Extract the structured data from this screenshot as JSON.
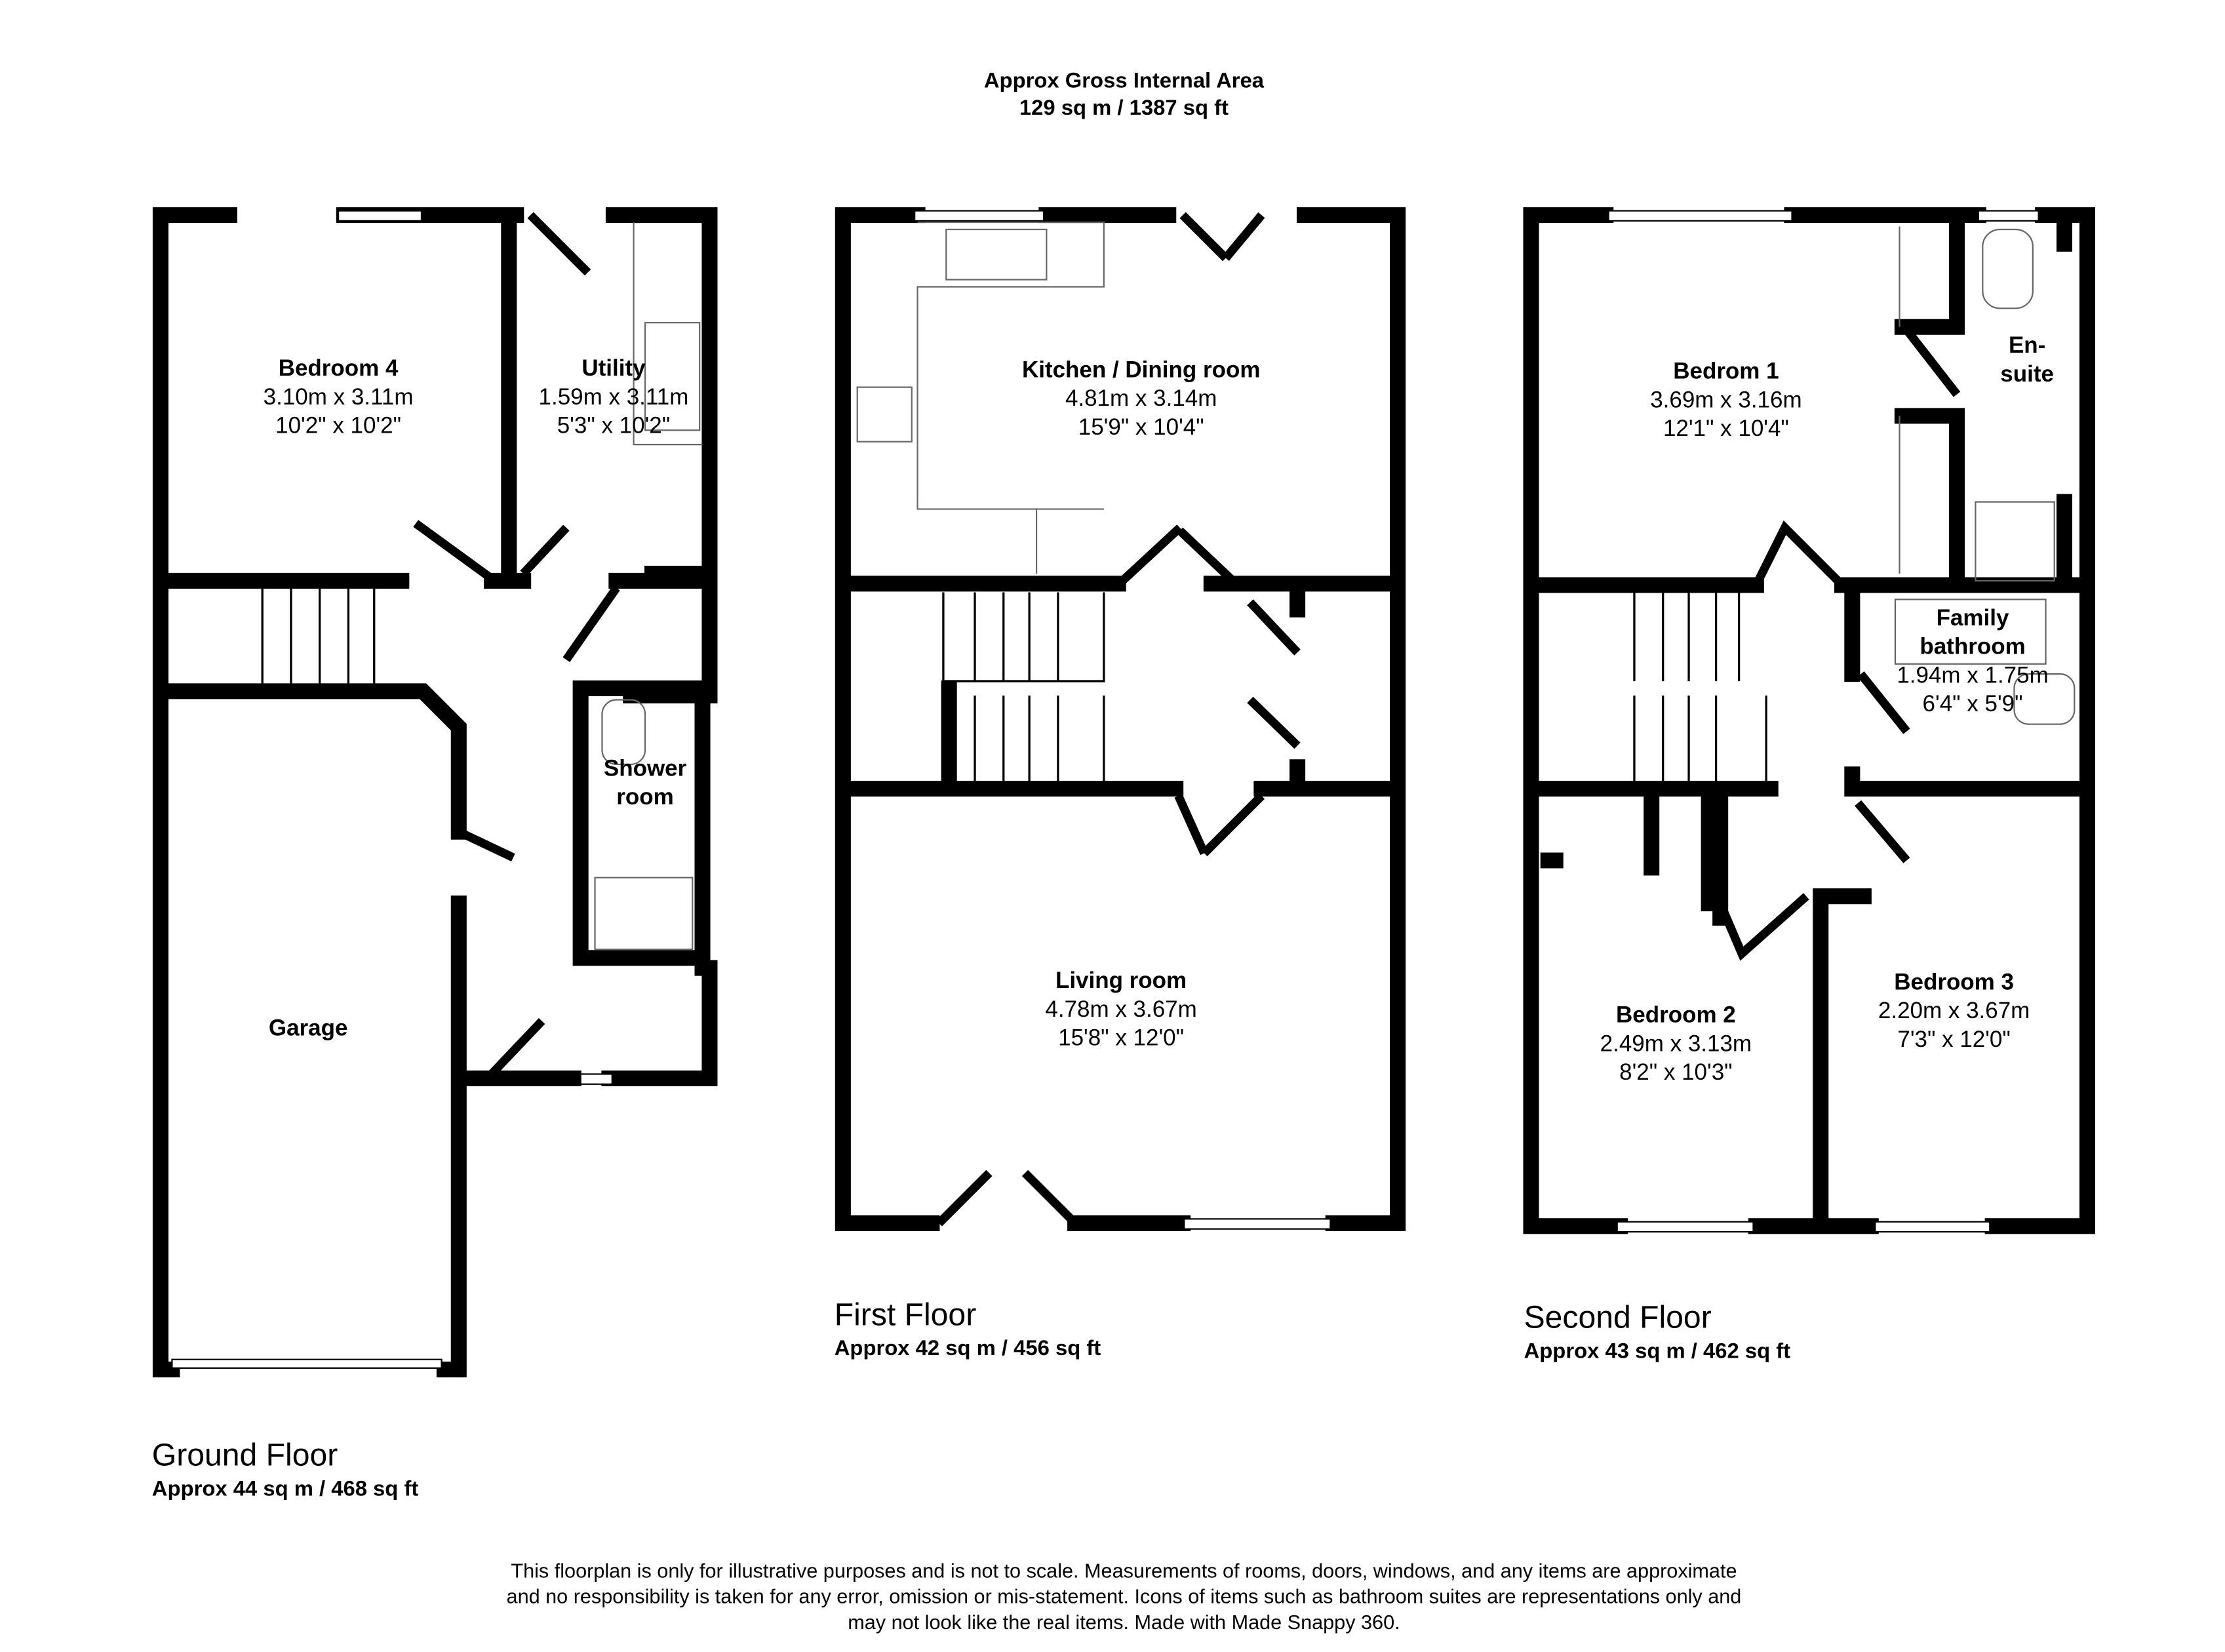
{
  "header": {
    "line1": "Approx Gross Internal Area",
    "line2": "129 sq m / 1387 sq ft"
  },
  "floors": [
    {
      "name": "Ground Floor",
      "area": "Approx 44 sq m / 468 sq ft"
    },
    {
      "name": "First Floor",
      "area": "Approx 42 sq m / 456 sq ft"
    },
    {
      "name": "Second Floor",
      "area": "Approx 43 sq m / 462 sq ft"
    }
  ],
  "rooms": {
    "bedroom4": {
      "name": "Bedroom 4",
      "metric": "3.10m x 3.11m",
      "imperial": "10'2\" x 10'2\""
    },
    "utility": {
      "name": "Utility",
      "metric": "1.59m x 3.11m",
      "imperial": "5'3\" x 10'2\""
    },
    "shower": {
      "name1": "Shower",
      "name2": "room"
    },
    "garage": {
      "name": "Garage"
    },
    "kitchen": {
      "name": "Kitchen / Dining room",
      "metric": "4.81m x 3.14m",
      "imperial": "15'9\" x 10'4\""
    },
    "living": {
      "name": "Living room",
      "metric": "4.78m x 3.67m",
      "imperial": "15'8\" x 12'0\""
    },
    "bedroom1": {
      "name": "Bedrom 1",
      "metric": "3.69m x 3.16m",
      "imperial": "12'1\" x 10'4\""
    },
    "ensuite": {
      "name1": "En-",
      "name2": "suite"
    },
    "bathroom": {
      "name1": "Family",
      "name2": "bathroom",
      "metric": "1.94m x 1.75m",
      "imperial": "6'4\" x 5'9\""
    },
    "bedroom2": {
      "name": "Bedroom 2",
      "metric": "2.49m x 3.13m",
      "imperial": "8'2\" x 10'3\""
    },
    "bedroom3": {
      "name": "Bedroom 3",
      "metric": "2.20m x 3.67m",
      "imperial": "7'3\" x 12'0\""
    }
  },
  "disclaimer": {
    "line1": "This floorplan is only for illustrative purposes and is not to scale. Measurements of rooms, doors, windows, and any items are approximate",
    "line2": "and no responsibility is taken for any error, omission or mis-statement. Icons of items such as bathroom suites are representations only and",
    "line3": "may not look like the real items. Made with Made Snappy 360."
  },
  "colors": {
    "wall": "#000000",
    "background": "#ffffff",
    "fixture": "#888888"
  }
}
